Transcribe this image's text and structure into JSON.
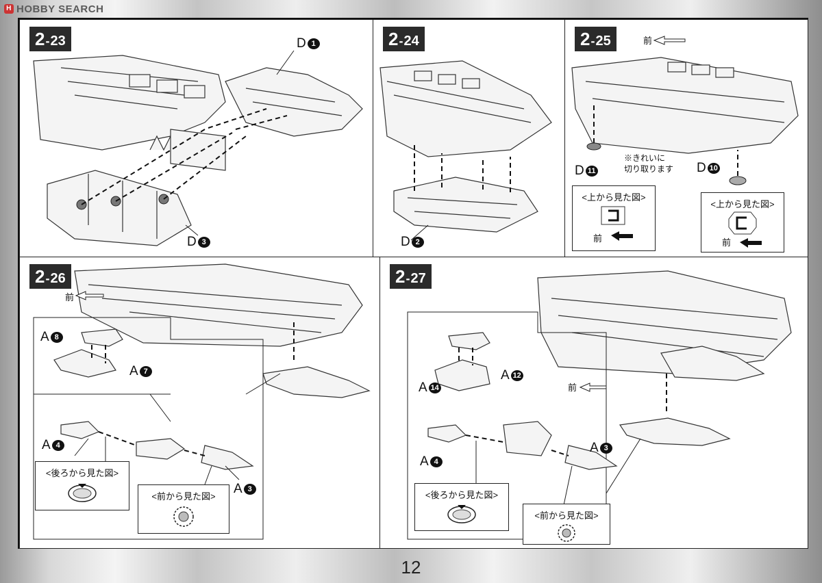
{
  "watermark": {
    "brand": "HOBBY SEARCH",
    "mark": "H"
  },
  "page_number": "12",
  "steps": {
    "s23": {
      "major": "2",
      "minor": "23",
      "labels": {
        "d1": {
          "letter": "D",
          "num": "1"
        },
        "d3": {
          "letter": "D",
          "num": "3"
        }
      }
    },
    "s24": {
      "major": "2",
      "minor": "24",
      "labels": {
        "d2": {
          "letter": "D",
          "num": "2"
        }
      }
    },
    "s25": {
      "major": "2",
      "minor": "25",
      "front_top": "前",
      "note": "※きれいに\n切り取ります",
      "labels": {
        "d11": {
          "letter": "D",
          "num": "11"
        },
        "d10": {
          "letter": "D",
          "num": "10"
        }
      },
      "view_left": {
        "caption": "<上から見た図>",
        "front": "前"
      },
      "view_right": {
        "caption": "<上から見た図>",
        "front": "前"
      }
    },
    "s26": {
      "major": "2",
      "minor": "26",
      "front": "前",
      "labels": {
        "a8": {
          "letter": "A",
          "num": "8"
        },
        "a7": {
          "letter": "A",
          "num": "7"
        },
        "a4": {
          "letter": "A",
          "num": "4"
        },
        "a3": {
          "letter": "A",
          "num": "3"
        }
      },
      "view_back": "<後ろから見た図>",
      "view_front": "<前から見た図>"
    },
    "s27": {
      "major": "2",
      "minor": "27",
      "front": "前",
      "labels": {
        "a12": {
          "letter": "A",
          "num": "12"
        },
        "a14": {
          "letter": "A",
          "num": "14"
        },
        "a4": {
          "letter": "A",
          "num": "4"
        },
        "a3": {
          "letter": "A",
          "num": "3"
        }
      },
      "view_back": "<後ろから見た図>",
      "view_front": "<前から見た図>"
    }
  }
}
